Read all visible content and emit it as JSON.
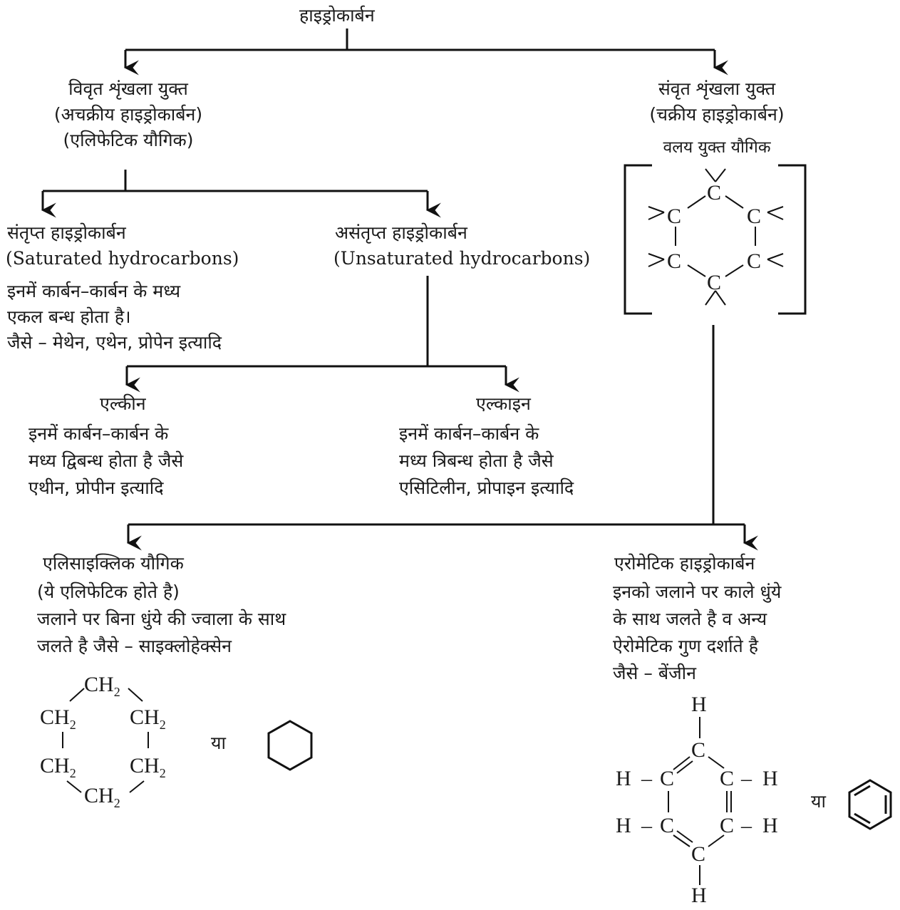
{
  "root": "हाइड्रोकार्बन",
  "open_chain": {
    "line1": "विवृत शृंखला युक्त",
    "line2": "(अचक्रीय हाइड्रोकार्बन)",
    "line3": "(एलिफेटिक यौगिक)"
  },
  "closed_chain": {
    "line1": "संवृत शृंखला युक्त",
    "line2": "(चक्रीय हाइड्रोकार्बन)",
    "line3": "वलय युक्त यौगिक",
    "ring_atom": "C"
  },
  "saturated": {
    "title": "संतृप्त हाइड्रोकार्बन",
    "english": "(Saturated hydrocarbons)",
    "desc1": "इनमें कार्बन–कार्बन के मध्य",
    "desc2": "एकल बन्ध होता है।",
    "desc3": "जैसे – मेथेन, एथेन, प्रोपेन इत्यादि"
  },
  "unsaturated": {
    "title": "असंतृप्त हाइड्रोकार्बन",
    "english": "(Unsaturated hydrocarbons)"
  },
  "alkene": {
    "title": "एल्कीन",
    "desc1": "इनमें कार्बन–कार्बन के",
    "desc2": "मध्य द्विबन्ध होता है जैसे",
    "desc3": "एथीन, प्रोपीन इत्यादि"
  },
  "alkyne": {
    "title": "एल्काइन",
    "desc1": "इनमें कार्बन–कार्बन के",
    "desc2": "मध्य त्रिबन्ध होता है जैसे",
    "desc3": "एसिटिलीन, प्रोपाइन इत्यादि"
  },
  "alicyclic": {
    "title": "एलिसाइक्लिक यौगिक",
    "desc1": "(ये एलिफेटिक होते है)",
    "desc2": "जलाने पर बिना धुंये की ज्वाला के साथ",
    "desc3": "जलते है जैसे – साइक्लोहेक्सेन",
    "ch2": "CH",
    "sub2": "2",
    "or": "या"
  },
  "aromatic": {
    "title": "एरोमेटिक हाइड्रोकार्बन",
    "desc1": "इनको जलाने पर काले धुंये",
    "desc2": "के साथ जलते है व अन्य",
    "desc3": "ऐरोमेटिक गुण दर्शाते है",
    "desc4": "जैसे – बेंजीन",
    "atom_c": "C",
    "atom_h": "H",
    "or": "या"
  }
}
